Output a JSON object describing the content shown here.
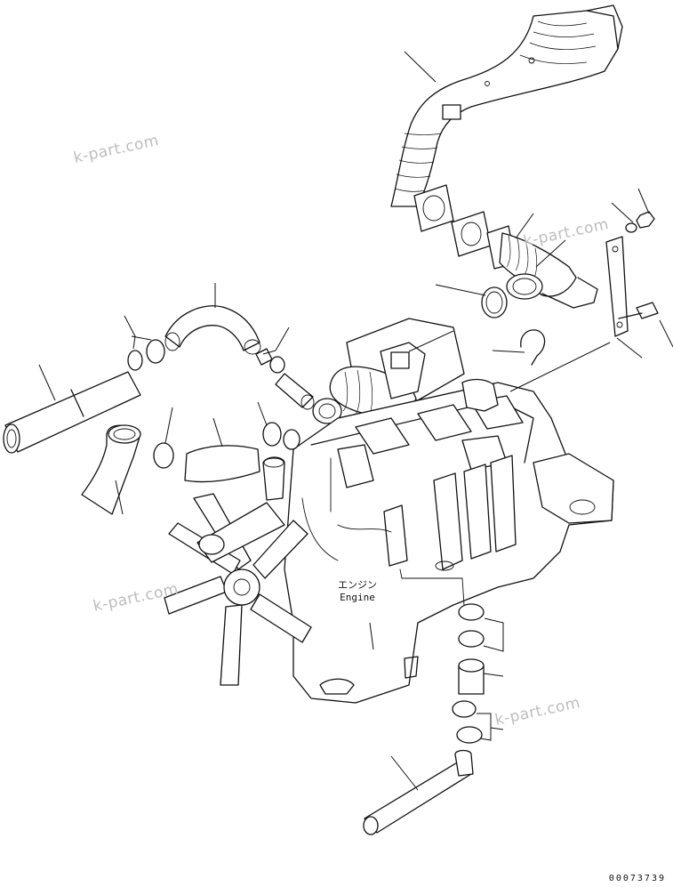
{
  "watermark": {
    "text": "k-part.com"
  },
  "engine_label": {
    "japanese": "エンジン",
    "english": "Engine"
  },
  "drawing_number": "00073739"
}
